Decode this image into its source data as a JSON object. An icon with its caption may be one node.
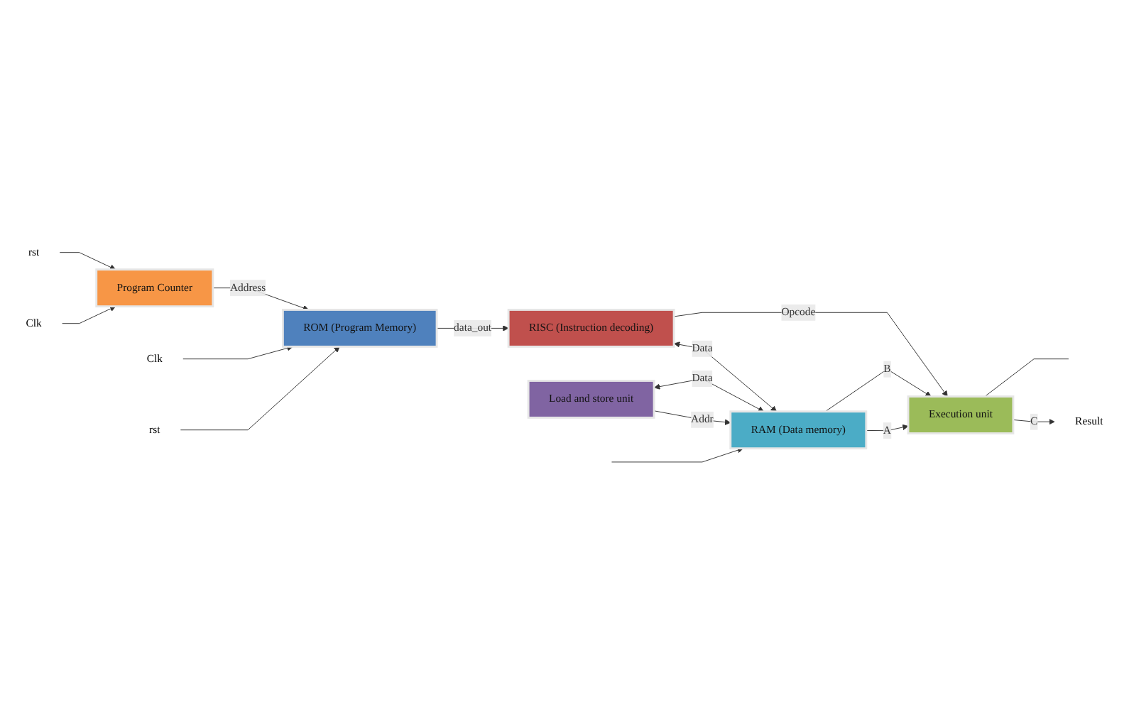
{
  "diagram": {
    "nodes": [
      {
        "text": [
          "Clk"
        ]
      },
      {
        "text": [
          "rst"
        ]
      },
      {
        "text": [
          "Program Counter"
        ]
      },
      {
        "text": [
          "ROM (Program Memory)"
        ]
      },
      {
        "text": [
          "Clk"
        ]
      },
      {
        "text": [
          "rst"
        ]
      },
      {
        "text": [
          "RISC (Instruction decoding)"
        ]
      },
      {
        "text": [
          "RAM (Data memory)"
        ]
      },
      {
        "text": [
          "Load and store unit"
        ]
      },
      {
        "text": [
          "Execution unit"
        ]
      },
      {
        "text": [
          "Result"
        ]
      }
    ],
    "edges": [
      {
        "from": 0,
        "to": 2,
        "arrow": "to"
      },
      {
        "from": 1,
        "to": 2,
        "arrow": "to"
      },
      {
        "from": 2,
        "to": 3,
        "arrow": "to",
        "label": "Address"
      },
      {
        "from": 4,
        "to": 3,
        "arrow": "to"
      },
      {
        "from": 5,
        "to": 3,
        "arrow": "to"
      },
      {
        "from": 3,
        "to": 6,
        "arrow": "to",
        "label": "data_out"
      },
      {
        "from": 6,
        "to": 7,
        "arrow": "both",
        "label": "Data"
      },
      {
        "from": 8,
        "to": 7,
        "arrow": "to",
        "label": "Addr"
      },
      {
        "from": 8,
        "to": 7,
        "arrow": "both",
        "label": "Data"
      },
      {
        "from": null,
        "to": 7,
        "arrow": "to"
      },
      {
        "from": 7,
        "to": 9,
        "arrow": "to",
        "label": "A"
      },
      {
        "from": 7,
        "to": 9,
        "arrow": "to",
        "label": "B"
      },
      {
        "from": 6,
        "to": 9,
        "arrow": "to",
        "label": "Opcode"
      },
      {
        "from": 9,
        "to": 10,
        "arrow": "to",
        "label": "C"
      },
      {
        "from": 9,
        "to": null,
        "arrow": "none"
      }
    ]
  }
}
